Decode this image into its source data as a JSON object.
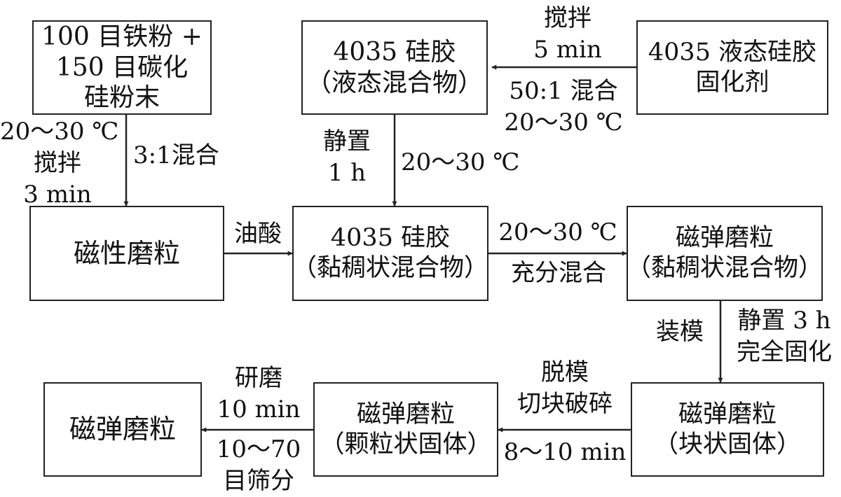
{
  "boxes": {
    "iron_sic": [
      "100 目铁粉 +",
      "150 目碳化",
      "硅粉末"
    ],
    "silica_gel_liquid": [
      "4035 硅胶",
      "（液态混合物）"
    ],
    "curing_agent": [
      "4035 液态硅胶",
      "固化剂"
    ],
    "magnetic_grain": [
      "磁性磨粒"
    ],
    "silica_gel_viscous": [
      "4035 硅胶",
      "（黏稠状混合物）"
    ],
    "magnetoelastic_viscous": [
      "磁弹磨粒",
      "（黏稠状混合物）"
    ],
    "magnetoelastic_block": [
      "磁弹磨粒",
      "（块状固体）"
    ],
    "magnetoelastic_granular": [
      "磁弹磨粒",
      "（颗粒状固体）"
    ],
    "magnetoelastic_final": [
      "磁弹磨粒"
    ]
  },
  "labels": {
    "curing_top": [
      "搅拌",
      "5 min"
    ],
    "curing_bottom": [
      "50:1 混合",
      "20～30 ℃"
    ],
    "iron_left": [
      "20～30 ℃",
      "搅拌",
      "3 min"
    ],
    "iron_right": [
      "3:1混合"
    ],
    "gel_left": [
      "静置",
      "1 h"
    ],
    "gel_right": [
      "20～30 ℃"
    ],
    "oleic": [
      "油酸"
    ],
    "viscous_top": [
      "20～30 ℃"
    ],
    "viscous_bottom": [
      "充分混合"
    ],
    "mold_left": [
      "装模"
    ],
    "mold_right": [
      "静置 3 h",
      "完全固化"
    ],
    "demold_top": [
      "脱模",
      "切块破碎"
    ],
    "demold_bottom": [
      "8～10 min"
    ],
    "grind_top": [
      "研磨",
      "10 min"
    ],
    "grind_bottom": [
      "10～70",
      "目筛分"
    ]
  },
  "colors": {
    "line": "#222222",
    "background": "#ffffff"
  }
}
